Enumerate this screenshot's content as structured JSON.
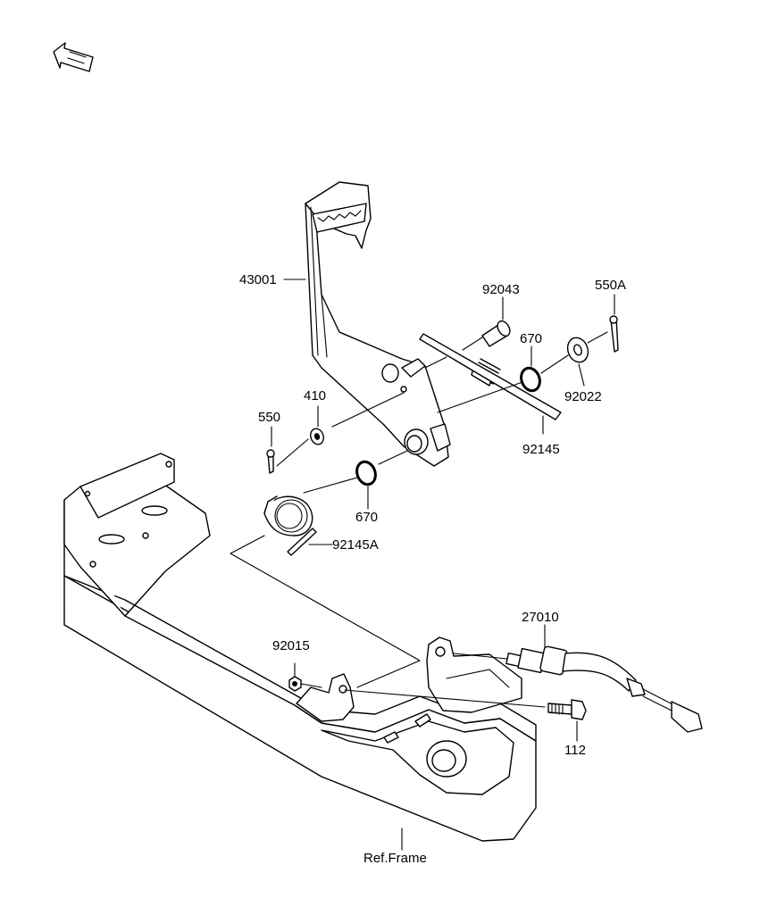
{
  "labels": {
    "l43001": "43001",
    "l92043": "92043",
    "l550A": "550A",
    "l670a": "670",
    "l92022": "92022",
    "l410": "410",
    "l550": "550",
    "l92145": "92145",
    "l670b": "670",
    "l92145A": "92145A",
    "l27010": "27010",
    "l92015": "92015",
    "l112": "112",
    "lRefFrame": "Ref.Frame"
  },
  "colors": {
    "line": "#000000",
    "background": "#ffffff"
  },
  "icons": {
    "front_arrow": "front-arrow-icon"
  }
}
